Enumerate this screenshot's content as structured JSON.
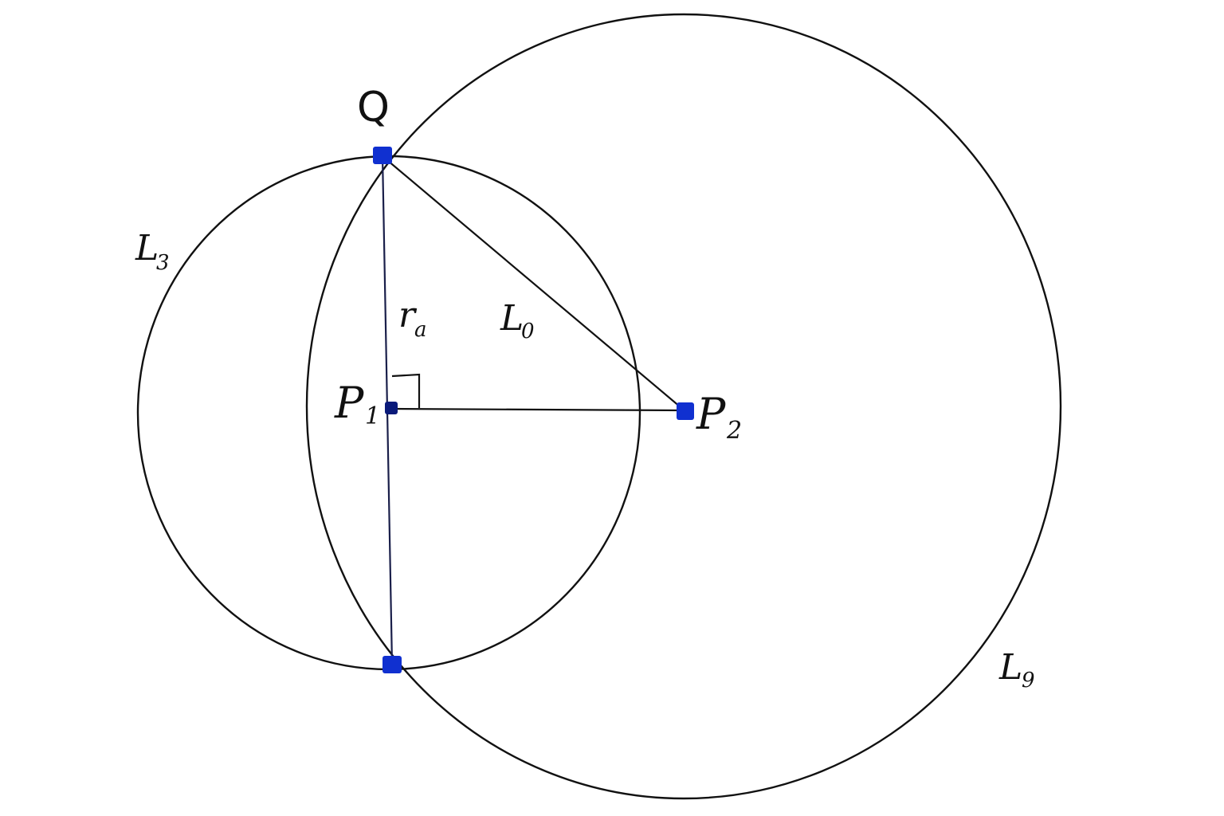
{
  "colors": {
    "stroke": "#111111",
    "point": "#1030d0",
    "center_point": "#0a1a7a"
  },
  "labels": {
    "Q": "Q",
    "P1_main": "P",
    "P1_sub": "1",
    "P2_main": "P",
    "P2_sub": "2",
    "L3_main": "L",
    "L3_sub": "3",
    "L0_main": "L",
    "L0_sub": "0",
    "ra_main": "r",
    "ra_sub": "a",
    "L9_main": "L",
    "L9_sub": "9"
  }
}
